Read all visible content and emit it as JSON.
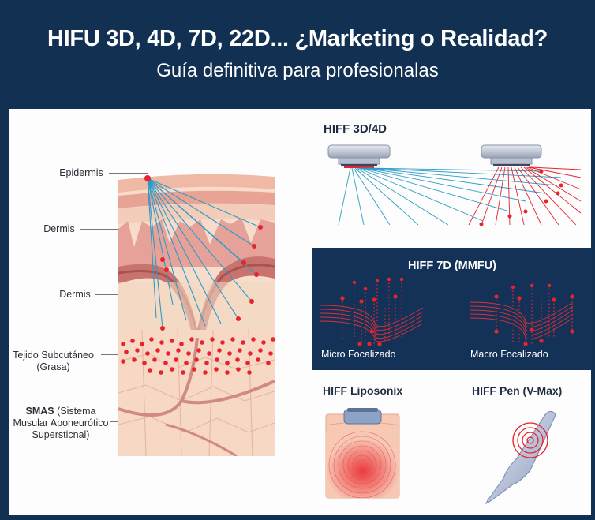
{
  "header": {
    "title": "HIFU 3D, 4D, 7D, 22D... ¿Marketing o Realidad?",
    "subtitle": "Guía definitiva para profesionalas"
  },
  "anatomy": {
    "labels": [
      {
        "id": "epidermis",
        "text": "Epidermis"
      },
      {
        "id": "dermis-1",
        "text": "Dermis"
      },
      {
        "id": "dermis-2",
        "text": "Dermis"
      },
      {
        "id": "subcutaneous",
        "line1": "Tejido Subcutáneo",
        "line2": "(Grasa)"
      },
      {
        "id": "smas",
        "bold": "SMAS",
        "line1_rest": " (Sistema",
        "line2": "Musular Aponeurótico",
        "line3": "Supersticnal)"
      }
    ]
  },
  "sections": {
    "hiff_3d4d": {
      "title": "HIFF 3D/4D"
    },
    "hiff_7d": {
      "title": "HIFF 7D (MMFU)",
      "micro_label": "Micro Focalizado",
      "macro_label": "Macro Focalizado"
    },
    "hiff_liposonix": {
      "title": "HIFF Liposonix"
    },
    "hiff_pen": {
      "title": "HIFF Pen (V-Max)"
    }
  },
  "colors": {
    "navy": "#123152",
    "panel_navy": "#143257",
    "white": "#ffffff",
    "focal_red": "#e8232b",
    "beam_blue": "#2a9cc8",
    "skin_light": "#f6d6c4",
    "skin_pink": "#e89a90",
    "text_dark": "#2a2f36",
    "title_dark": "#1f2d44"
  }
}
